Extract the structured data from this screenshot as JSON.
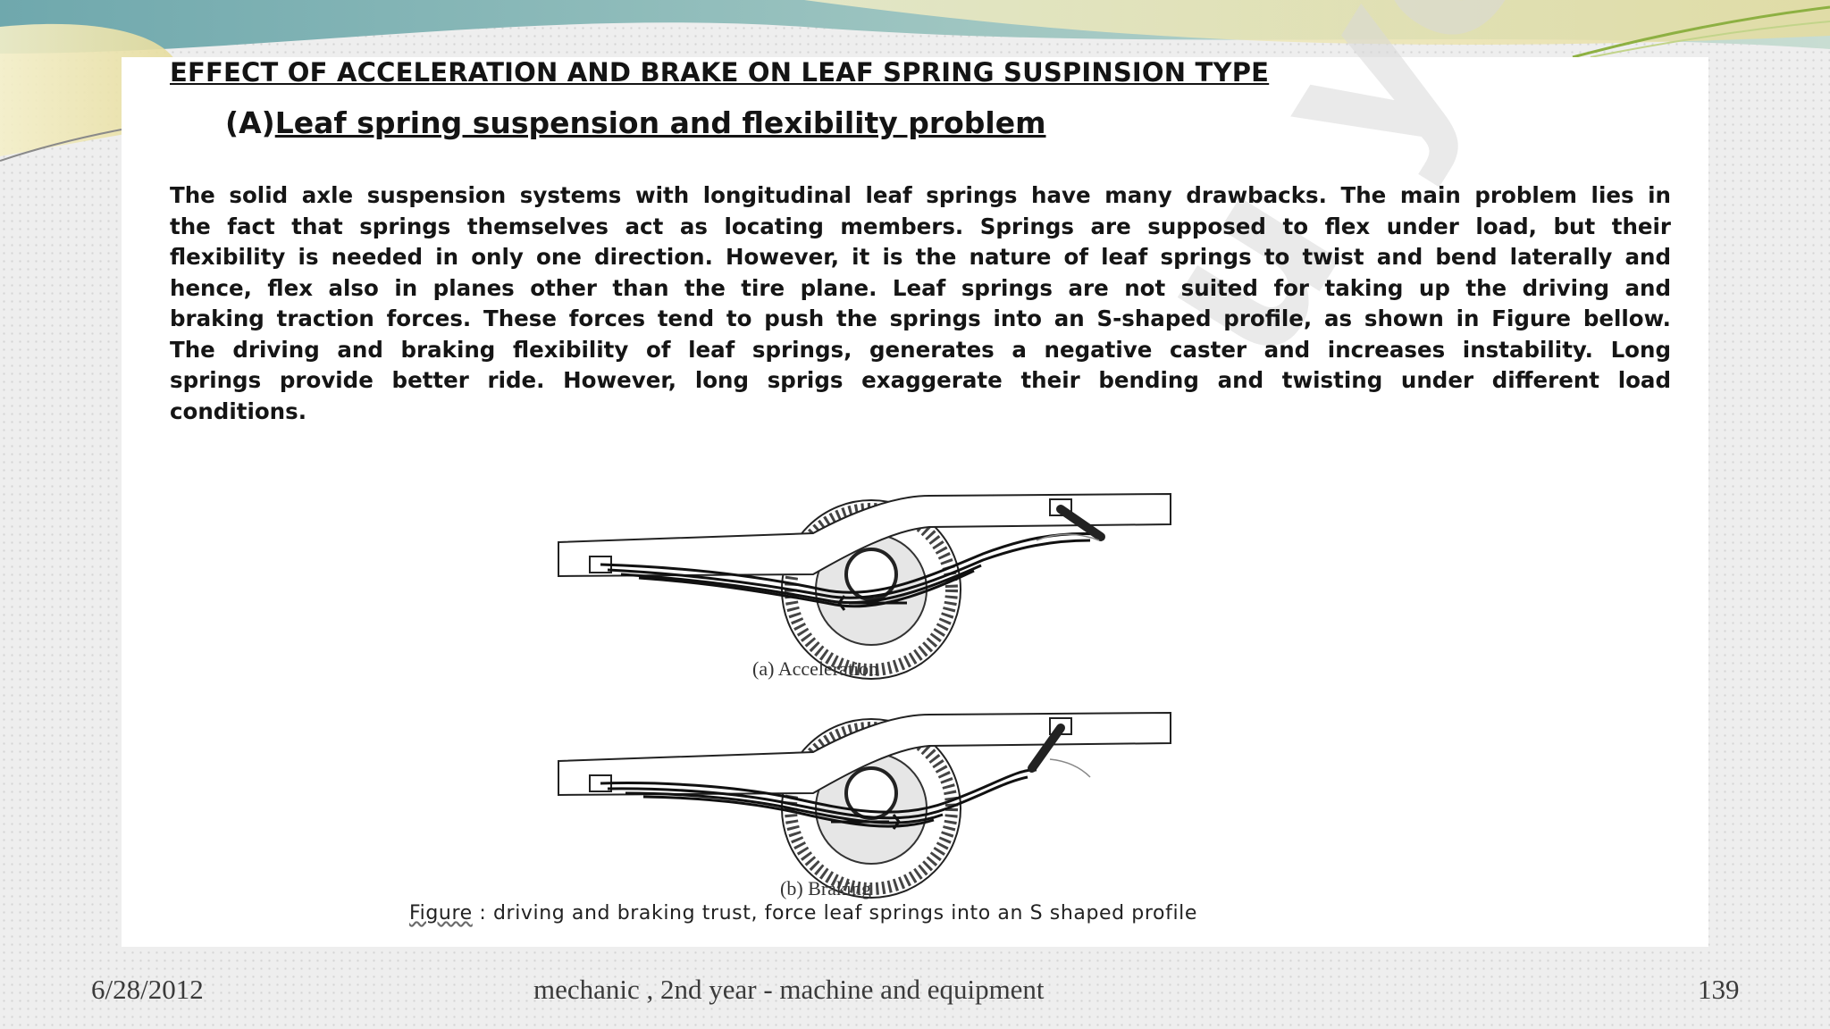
{
  "slide": {
    "heading": "EFFECT OF ACCELERATION AND BRAKE ON LEAF SPRING SUSPINSION TYPE",
    "sub_prefix": "(A)",
    "sub_title": "Leaf spring suspension and flexibility problem",
    "paragraph": "The solid axle suspension systems with longitudinal leaf springs have many drawbacks. The main problem lies in the fact that springs themselves act as locating members. Springs are supposed to flex under load, but their flexibility is needed in only one direction. However, it is the nature of leaf springs to twist and bend laterally and hence, flex also in planes other than the tire plane. Leaf springs are not suited for taking up the driving and braking traction forces. These forces tend to push the springs into an S-shaped profile, as shown in Figure bellow. The driving and braking flexibility of leaf springs, generates a negative caster and increases instability. Long springs provide better ride. However, long sprigs exaggerate their bending and twisting under different load conditions.",
    "figure_a_caption": "(a) Acceleration",
    "figure_b_caption": "(b) Braking",
    "figure_caption_word": "Figure",
    "figure_caption_rest": " : driving and braking trust, force leaf springs into an S  shaped profile",
    "watermark": "u year"
  },
  "footer": {
    "date": "6/28/2012",
    "center": "mechanic , 2nd year - machine and equipment",
    "page": "139"
  },
  "colors": {
    "swoosh_teal": "#7fb5b5",
    "swoosh_yellow": "#e8e0a6",
    "swoosh_green": "#9bbd4a"
  }
}
